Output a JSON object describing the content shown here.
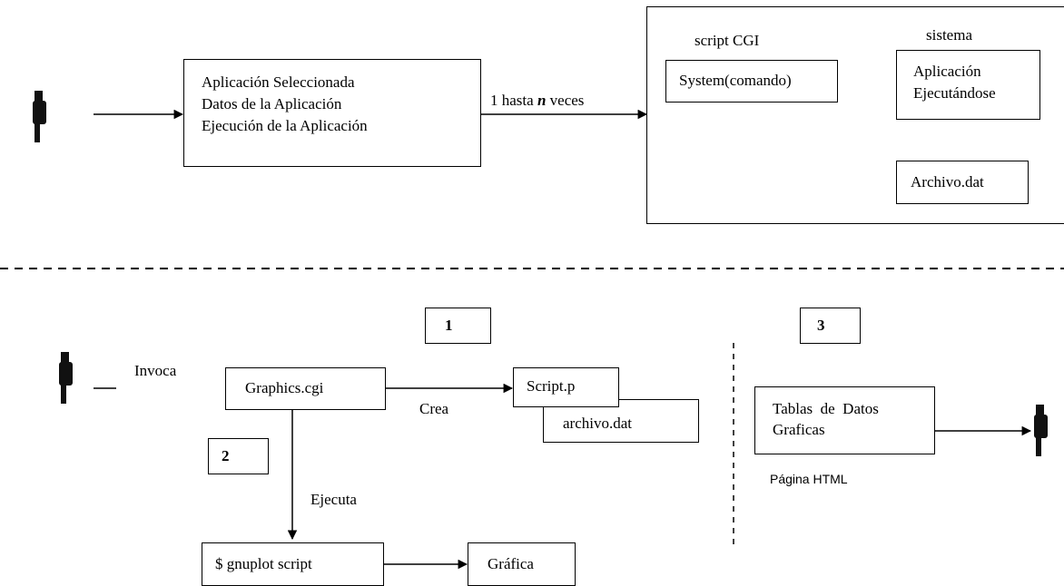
{
  "top": {
    "app_box_lines": [
      "Aplicación Seleccionada",
      "Datos de la Aplicación",
      "Ejecución de la Aplicación"
    ],
    "repeat_label_prefix": "1 hasta ",
    "repeat_label_n": "n",
    "repeat_label_suffix": " veces",
    "server": {
      "cgi_label": "script CGI",
      "system_label": "sistema",
      "command_box": "System(comando)",
      "running_app_lines": [
        "Aplicación",
        "Ejecutándose"
      ],
      "output_file": "Archivo.dat"
    }
  },
  "bottom": {
    "step1": "1",
    "step2": "2",
    "step3": "3",
    "invoke_label": "Invoca",
    "graphics_cgi": "Graphics.cgi",
    "create_label": "Crea",
    "script_file": "Script.p",
    "data_file": "archivo.dat",
    "execute_label": "Ejecuta",
    "gnuplot_cmd": "$ gnuplot script",
    "graph_box": "Gráfica",
    "html_box_line1": "Tablas  de  Datos",
    "html_box_line2": "Graficas",
    "html_page_label": "Página HTML"
  }
}
